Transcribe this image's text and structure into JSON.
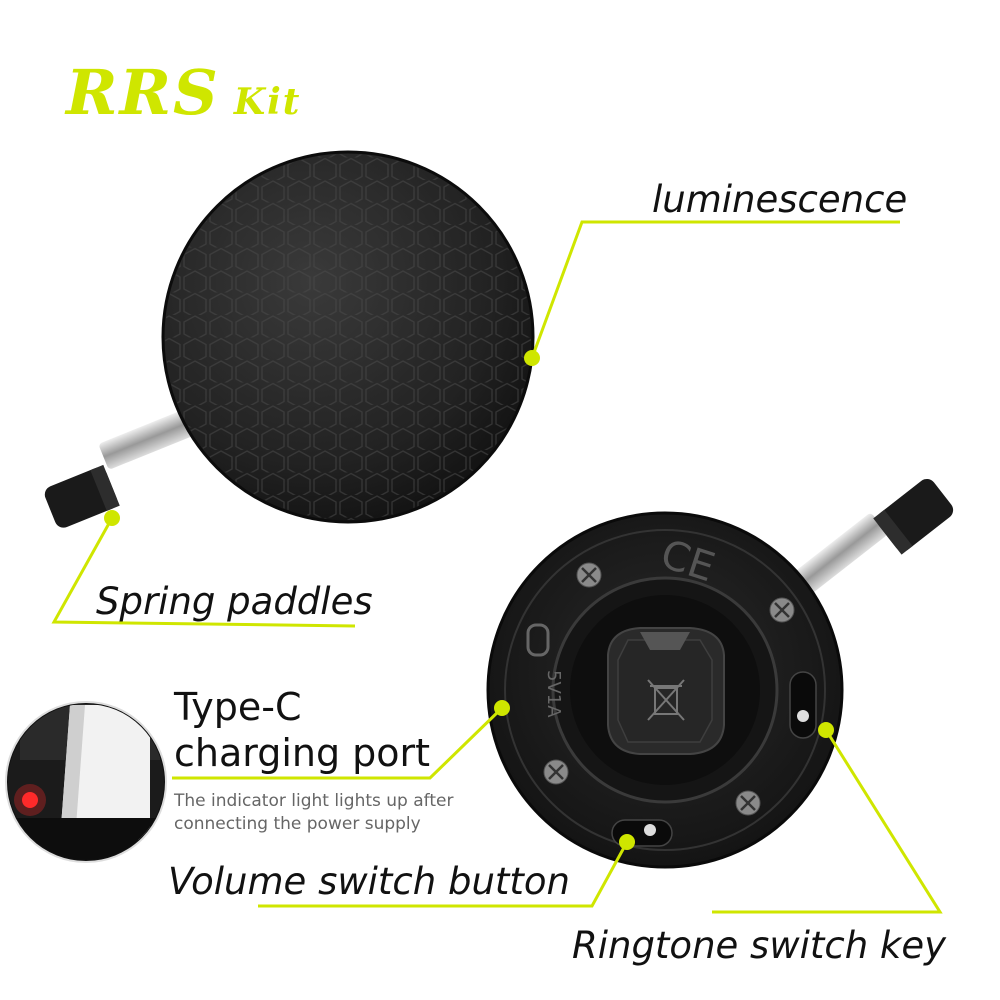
{
  "brand": {
    "name": "RRS",
    "suffix": "Kit"
  },
  "labels": {
    "luminescence": "luminescence",
    "spring": "Spring paddles",
    "type_c_line1": "Type-C",
    "type_c_line2": "charging port",
    "desc_line1": "The indicator light lights up after",
    "desc_line2": "connecting the power supply",
    "volume": "Volume switch button",
    "ringtone": "Ringtone switch key"
  },
  "device_marks": {
    "rating": "5V1A",
    "ce": "CE"
  },
  "colors": {
    "accent": "#cfe600",
    "text": "#111111",
    "subtext": "#666666",
    "body": "#2b2b2b"
  }
}
